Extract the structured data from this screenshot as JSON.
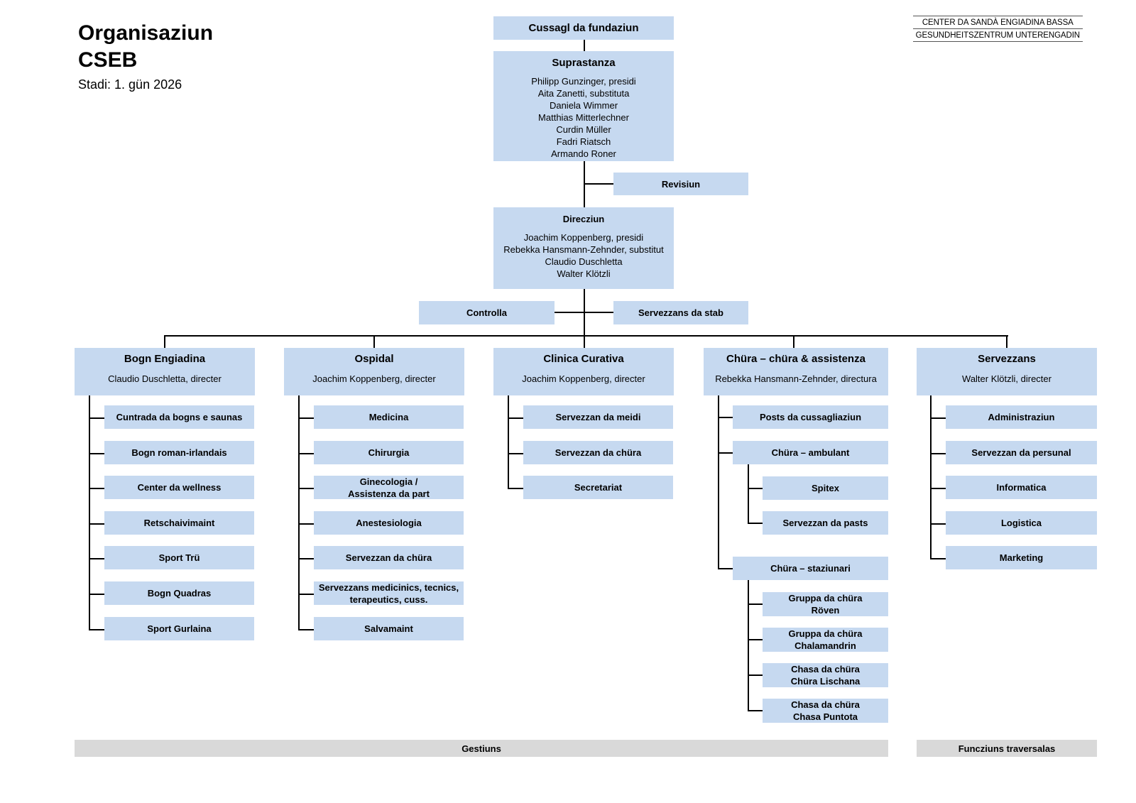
{
  "header": {
    "title_line1": "Organisaziun",
    "title_line2": "CSEB",
    "status": "Stadi: 1. gün 2026",
    "brand_line1": "CENTER DA SANDÀ ENGIADINA BASSA",
    "brand_line2": "GESUNDHEITSZENTRUM UNTERENGADIN"
  },
  "top": {
    "foundation_council": "Cussagl da fundaziun",
    "board": {
      "title": "Suprastanza",
      "members": [
        "Philipp Gunzinger, presidi",
        "Aita Zanetti, substituta",
        "Daniela Wimmer",
        "Matthias Mitterlechner",
        "Curdin Müller",
        "Fadri Riatsch",
        "Armando Roner"
      ]
    },
    "audit": "Revisiun",
    "management": {
      "title": "Direcziun",
      "members": [
        "Joachim Koppenberg, presidi",
        "Rebekka Hansmann-Zehnder, substitut",
        "Claudio Duschletta",
        "Walter Klötzli"
      ]
    },
    "controlling": "Controlla",
    "staff_services": "Servezzans da stab"
  },
  "divisions": [
    {
      "title": "Bogn Engiadina",
      "lead": "Claudio Duschletta, directer",
      "units": [
        "Cuntrada da bogns e saunas",
        "Bogn roman-irlandais",
        "Center da wellness",
        "Retschaivimaint",
        "Sport Trü",
        "Bogn Quadras",
        "Sport Gurlaina"
      ]
    },
    {
      "title": "Ospidal",
      "lead": "Joachim Koppenberg, directer",
      "units": [
        "Medicina",
        "Chirurgia",
        "Ginecologia /\nAssistenza da part",
        "Anestesiologia",
        "Servezzan da chüra",
        "Servezzans medicinics, tecnics,\nterapeutics, cuss.",
        "Salvamaint"
      ]
    },
    {
      "title": "Clinica Curativa",
      "lead": "Joachim Koppenberg, directer",
      "units": [
        "Servezzan da meidi",
        "Servezzan da chüra",
        "Secretariat"
      ]
    },
    {
      "title": "Chüra – chüra & assistenza",
      "lead": "Rebekka Hansmann-Zehnder, directura",
      "units": [
        "Posts da cussagliaziun",
        "Chüra – ambulant",
        "Chüra – staziunari"
      ],
      "ambulant_units": [
        "Spitex",
        "Servezzan da pasts"
      ],
      "stationary_units": [
        "Gruppa da chüra\nRöven",
        "Gruppa da chüra\nChalamandrin",
        "Chasa da chüra\nChüra Lischana",
        "Chasa da chüra\nChasa Puntota"
      ]
    },
    {
      "title": "Servezzans",
      "lead": "Walter Klötzli, directer",
      "units": [
        "Administraziun",
        "Servezzan da persunal",
        "Informatica",
        "Logistica",
        "Marketing"
      ]
    }
  ],
  "footer": {
    "operations": "Gestiuns",
    "cross_functions": "Funcziuns traversalas"
  },
  "colors": {
    "box": "#c6d9f0",
    "footer_bar": "#d9d9d9",
    "line": "#000000"
  }
}
